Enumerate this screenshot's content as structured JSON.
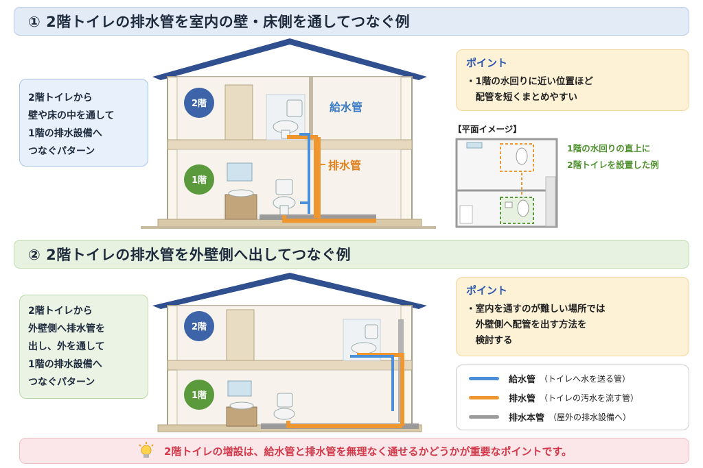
{
  "section1": {
    "title": "① 2階トイレの排水管を室内の壁・床側を通してつなぐ例",
    "description": "2階トイレから\n壁や床の中を通して\n1階の排水設備へ\nつなぐパターン",
    "floor_2": "2階",
    "floor_1": "1階",
    "supply_label": "給水管",
    "drain_label": "排水管",
    "point_title": "ポイント",
    "point_body": "・1階の水回りに近い位置ほど\n　配管を短くまとめやすい",
    "plan_label": "【平面イメージ】",
    "plan_note": "1階の水回りの直上に\n2階トイレを設置した例"
  },
  "section2": {
    "title": "② 2階トイレの排水管を外壁側へ出してつなぐ例",
    "description": "2階トイレから\n外壁側へ排水管を\n出し、外を通して\n1階の排水設備へ\nつなぐパターン",
    "floor_2": "2階",
    "floor_1": "1階",
    "point_title": "ポイント",
    "point_body": "・室内を通すのが難しい場所では\n　外壁側へ配管を出す方法を\n　検討する"
  },
  "legend": {
    "items": [
      {
        "label": "給水管",
        "sub": "（トイレへ水を送る管）",
        "color": "#4a8fd8"
      },
      {
        "label": "排水管",
        "sub": "（トイレの汚水を流す管）",
        "color": "#f0962e"
      },
      {
        "label": "排水本管",
        "sub": "（屋外の排水設備へ）",
        "color": "#9a9a9a"
      }
    ]
  },
  "bottom_note": "2階トイレの増設は、給水管と排水管を無理なく通せるかどうかが重要なポイントです。",
  "colors": {
    "roof": "#2f4f8f",
    "supply": "#4a8fd8",
    "drain": "#f0962e",
    "main": "#9a9a9a",
    "floor_2_badge": "#3d64a8",
    "floor_1_badge": "#5a9a3c"
  }
}
